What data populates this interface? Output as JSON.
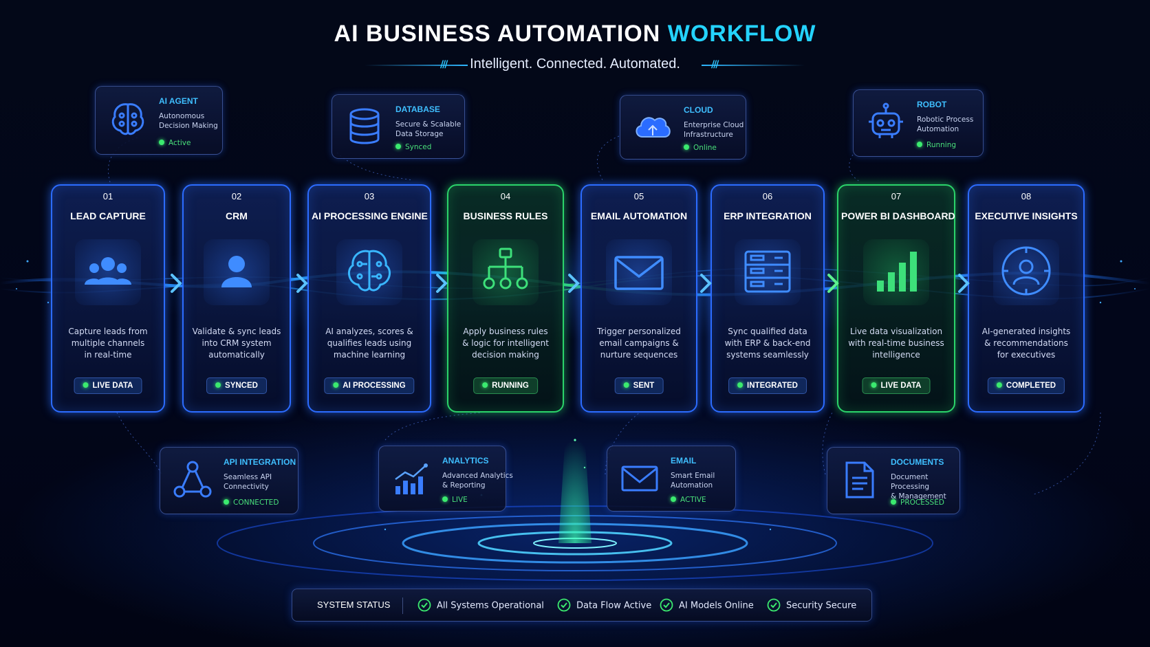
{
  "header": {
    "title_main": "AI BUSINESS AUTOMATION",
    "title_accent": "WORKFLOW",
    "subtitle": "Intelligent. Connected. Automated."
  },
  "colors": {
    "accent": "#24d3ff",
    "primary_blue": "#2c6cff",
    "primary_green": "#2bd46a",
    "status_green": "#3bea6f",
    "background": "#030818"
  },
  "steps": [
    {
      "num": "01",
      "title": "LEAD CAPTURE",
      "desc": [
        "Capture leads from",
        "multiple channels",
        "in real-time"
      ],
      "status": "LIVE DATA",
      "icon": "users-icon",
      "theme": "blue"
    },
    {
      "num": "02",
      "title": "CRM",
      "desc": [
        "Validate & sync leads",
        "into CRM system",
        "automatically"
      ],
      "status": "SYNCED",
      "icon": "user-profile-icon",
      "theme": "blue"
    },
    {
      "num": "03",
      "title": "AI PROCESSING ENGINE",
      "desc": [
        "AI analyzes, scores &",
        "qualifies leads using",
        "machine learning"
      ],
      "status": "AI PROCESSING",
      "icon": "brain-icon",
      "theme": "blue"
    },
    {
      "num": "04",
      "title": "BUSINESS RULES",
      "desc": [
        "Apply business rules",
        "& logic for intelligent",
        "decision making"
      ],
      "status": "RUNNING",
      "icon": "hierarchy-icon",
      "theme": "green"
    },
    {
      "num": "05",
      "title": "EMAIL AUTOMATION",
      "desc": [
        "Trigger personalized",
        "email campaigns &",
        "nurture sequences"
      ],
      "status": "SENT",
      "icon": "envelope-icon",
      "theme": "blue"
    },
    {
      "num": "06",
      "title": "ERP INTEGRATION",
      "desc": [
        "Sync qualified data",
        "with ERP & back-end",
        "systems seamlessly"
      ],
      "status": "INTEGRATED",
      "icon": "server-icon",
      "theme": "blue"
    },
    {
      "num": "07",
      "title": "POWER BI DASHBOARD",
      "desc": [
        "Live data visualization",
        "with real-time business",
        "intelligence"
      ],
      "status": "LIVE DATA",
      "icon": "bar-chart-icon",
      "theme": "green"
    },
    {
      "num": "08",
      "title": "EXECUTIVE INSIGHTS",
      "desc": [
        "AI-generated insights",
        "& recommendations",
        "for executives"
      ],
      "status": "COMPLETED",
      "icon": "executive-icon",
      "theme": "blue"
    }
  ],
  "top_cards": [
    {
      "title": "AI AGENT",
      "desc": [
        "Autonomous",
        "Decision Making"
      ],
      "status": "Active",
      "icon": "ai-agent-brain-icon"
    },
    {
      "title": "DATABASE",
      "desc": [
        "Secure & Scalable",
        "Data Storage"
      ],
      "status": "Synced",
      "icon": "database-icon"
    },
    {
      "title": "CLOUD",
      "desc": [
        "Enterprise Cloud",
        "Infrastructure"
      ],
      "status": "Online",
      "icon": "cloud-icon"
    },
    {
      "title": "ROBOT",
      "desc": [
        "Robotic Process",
        "Automation"
      ],
      "status": "Running",
      "icon": "robot-icon"
    }
  ],
  "bottom_cards": [
    {
      "title": "API INTEGRATION",
      "desc": [
        "Seamless API",
        "Connectivity"
      ],
      "status": "CONNECTED",
      "icon": "api-network-icon"
    },
    {
      "title": "ANALYTICS",
      "desc": [
        "Advanced Analytics",
        "& Reporting"
      ],
      "status": "LIVE",
      "icon": "analytics-chart-icon"
    },
    {
      "title": "EMAIL",
      "desc": [
        "Smart Email",
        "Automation"
      ],
      "status": "ACTIVE",
      "icon": "email-icon"
    },
    {
      "title": "DOCUMENTS",
      "desc": [
        "Document Processing",
        "& Management"
      ],
      "status": "PROCESSED",
      "icon": "document-icon"
    }
  ],
  "system_status": {
    "label": "SYSTEM STATUS",
    "items": [
      "All Systems Operational",
      "Data Flow Active",
      "AI Models Online",
      "Security Secure"
    ]
  }
}
